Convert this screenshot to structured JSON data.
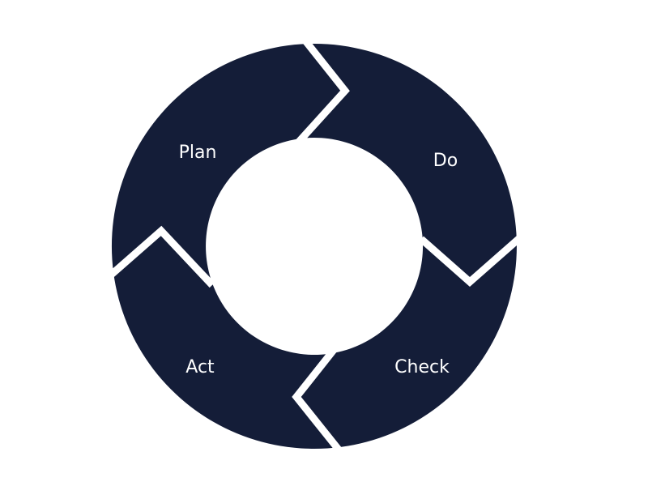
{
  "diagram": {
    "type": "cycle",
    "colors": {
      "segment": "#141d38",
      "background": "#ffffff",
      "label": "#ffffff"
    },
    "segments": [
      {
        "label": "Plan"
      },
      {
        "label": "Do"
      },
      {
        "label": "Check"
      },
      {
        "label": "Act"
      }
    ]
  }
}
